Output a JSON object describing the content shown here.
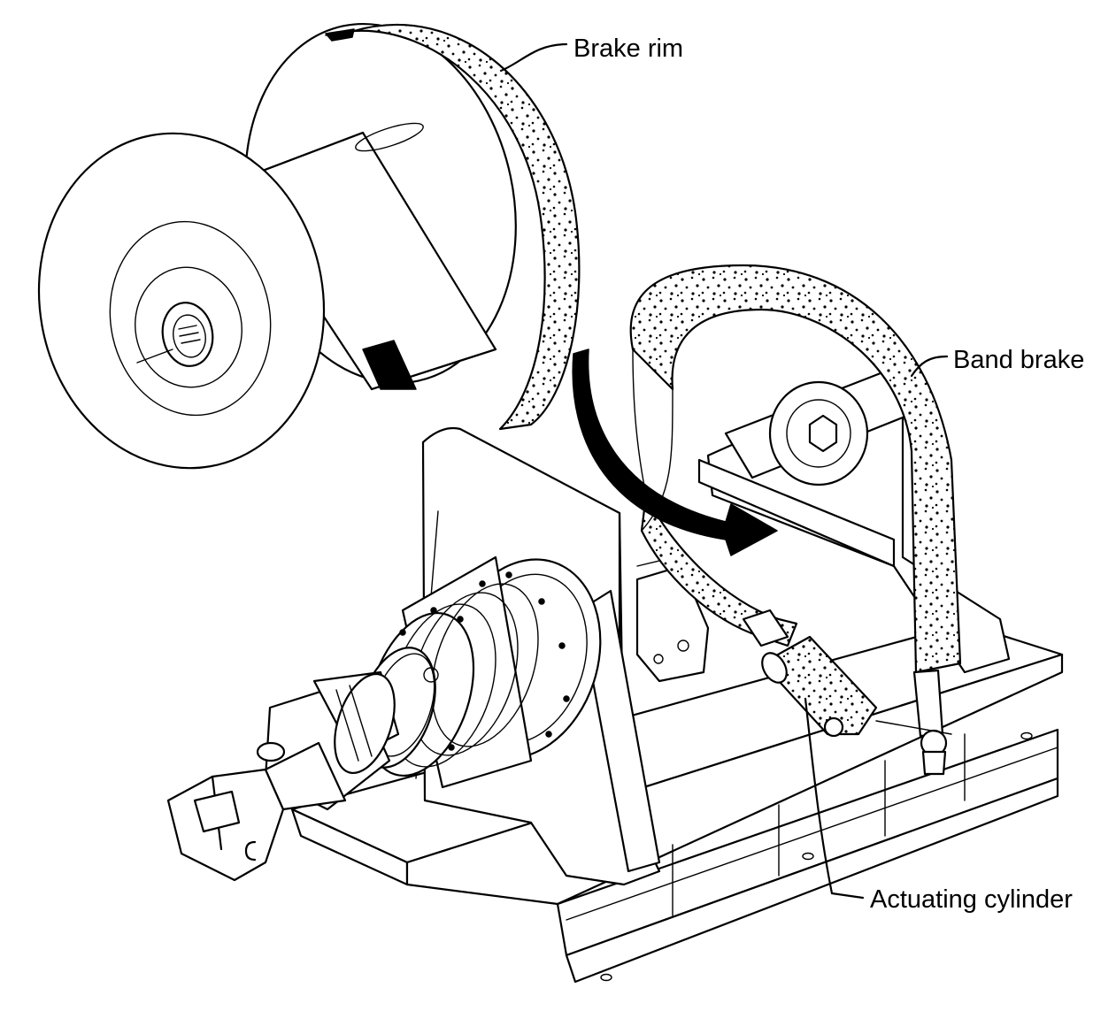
{
  "figure": {
    "labels": {
      "brake_rim": "Brake rim",
      "band_brake": "Band brake",
      "actuating_cylinder": "Actuating cylinder"
    }
  }
}
